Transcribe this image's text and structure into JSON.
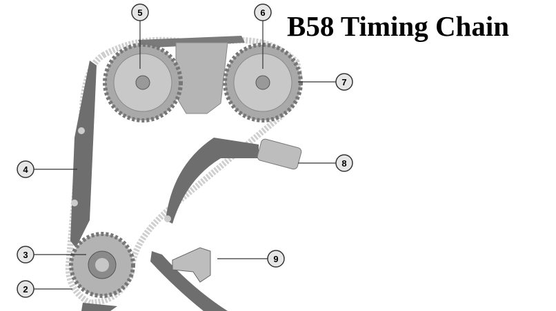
{
  "title": "B58 Timing Chain",
  "callouts": [
    "2",
    "3",
    "4",
    "5",
    "6",
    "7",
    "8",
    "9"
  ],
  "colors": {
    "guide": "#6f6f6f",
    "sprocket": "#b9b9b9",
    "chain": "#d0d0d0",
    "callout_fill": "#e6e6e6",
    "callout_stroke": "#333333"
  }
}
